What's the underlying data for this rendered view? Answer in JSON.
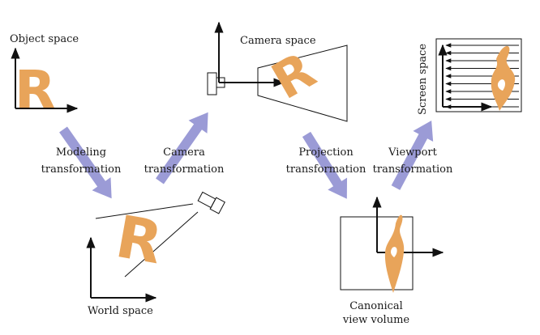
{
  "labels": {
    "object_space": "Object space",
    "camera_space": "Camera space",
    "screen_space": "Screen space",
    "world_space": "World space",
    "canonical_line1": "Canonical",
    "canonical_line2": "view volume",
    "modeling_line1": "Modeling",
    "modeling_line2": "transformation",
    "camera_tf_line1": "Camera",
    "camera_tf_line2": "transformation",
    "projection_line1": "Projection",
    "projection_line2": "transformation",
    "viewport_line1": "Viewport",
    "viewport_line2": "transformation"
  },
  "glyph": "R",
  "colors": {
    "glyph_fill": "#e8a45a",
    "arrow_fill": "#9b9bd6",
    "line": "#111111"
  }
}
